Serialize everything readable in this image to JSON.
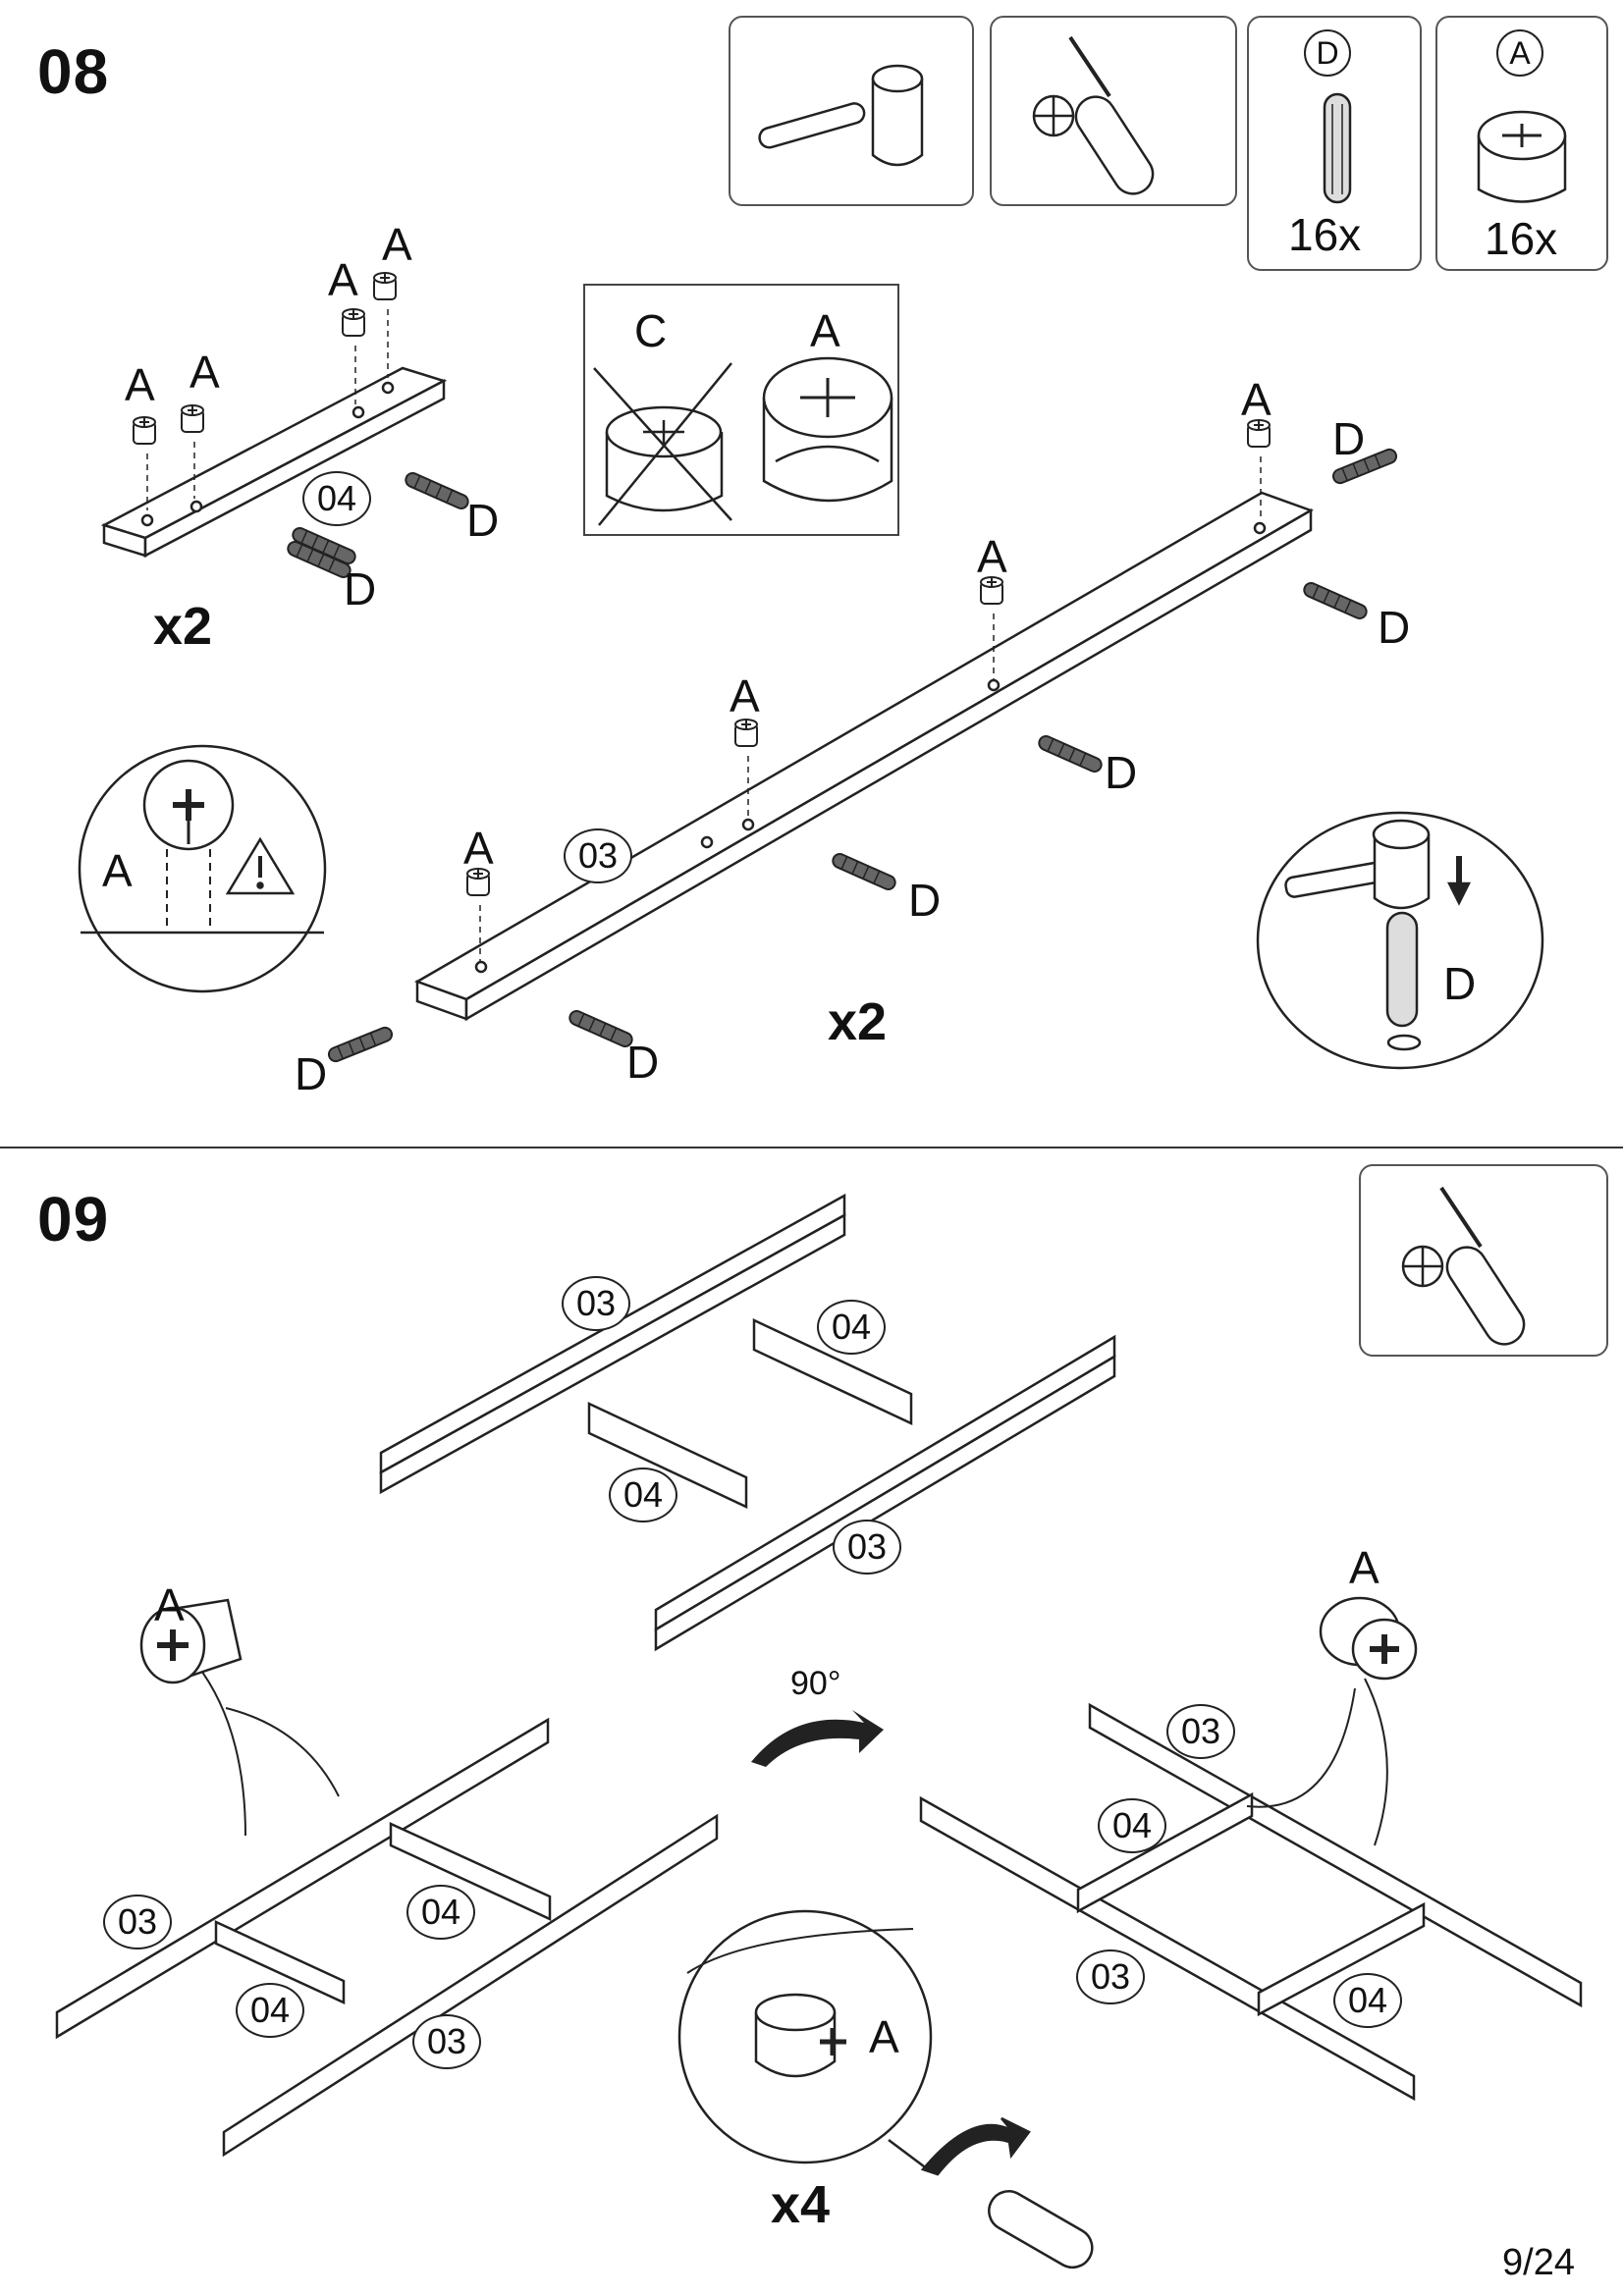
{
  "steps": [
    {
      "number": "08"
    },
    {
      "number": "09"
    }
  ],
  "parts": {
    "A": "A",
    "C": "C",
    "D": "D",
    "p03": "03",
    "p04": "04"
  },
  "tools": {
    "hammer": "hammer-icon",
    "screwdriver": "phillips-screwdriver-icon",
    "dowel_badge": "D",
    "dowel_qty": "16x",
    "cam_badge": "A",
    "cam_qty": "16x"
  },
  "multipliers": {
    "step08_short": "x2",
    "step08_long": "x2",
    "step09_detail": "x4"
  },
  "rotation": "90°",
  "page": "9/24"
}
